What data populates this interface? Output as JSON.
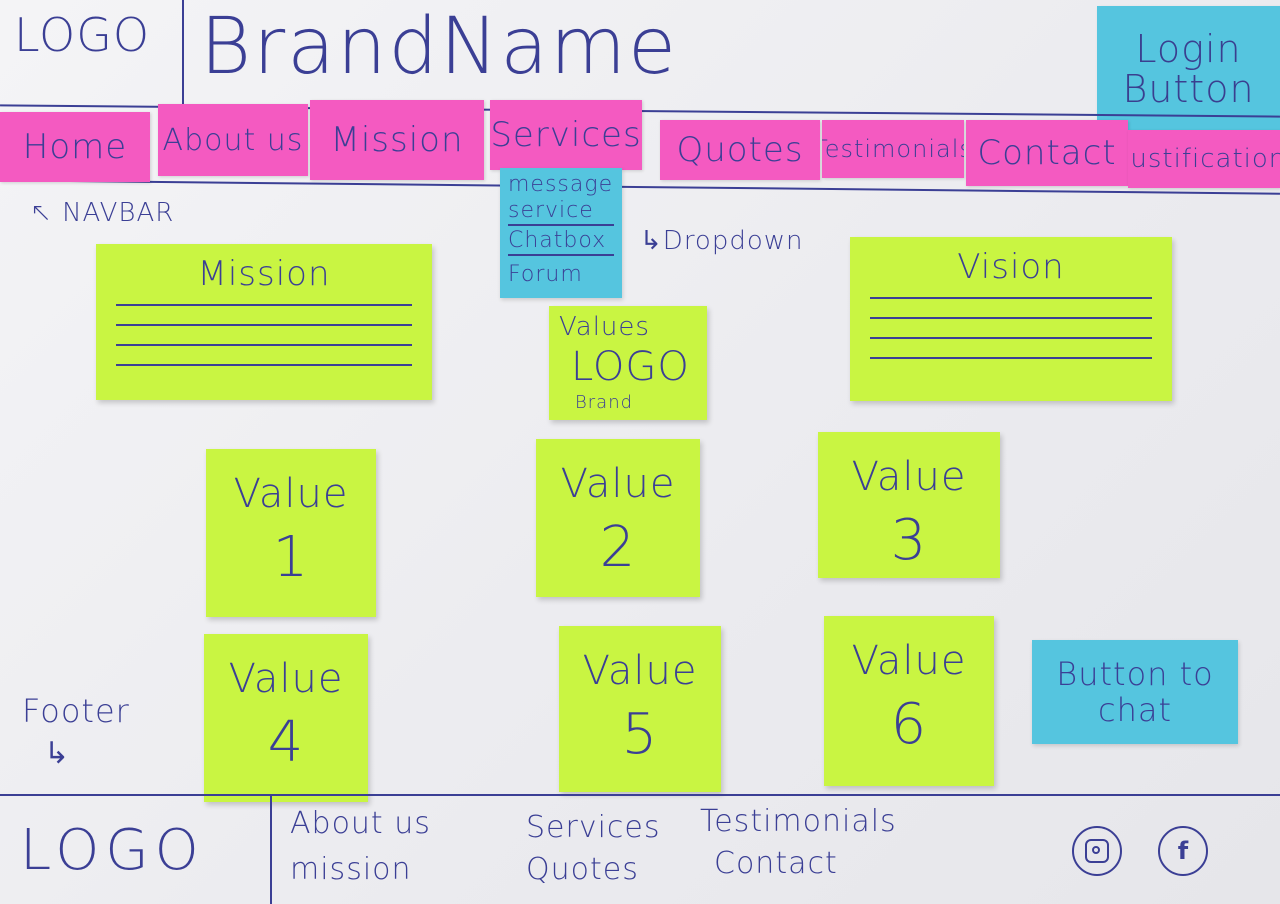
{
  "header": {
    "logo": "LOGO",
    "brand_name": "BrandName",
    "login_button": "Login Button"
  },
  "navbar": {
    "items": [
      {
        "label": "Home"
      },
      {
        "label": "About us"
      },
      {
        "label": "Mission"
      },
      {
        "label": "Services"
      },
      {
        "label": "Quotes"
      },
      {
        "label": "Testimonials"
      },
      {
        "label": "Contact"
      },
      {
        "label": "Justification"
      }
    ],
    "note": "NAVBAR"
  },
  "dropdown": {
    "items": [
      "message service",
      "Chatbox",
      "Forum"
    ],
    "note": "Dropdown"
  },
  "mission_note": {
    "title": "Mission"
  },
  "vision_note": {
    "title": "Vision"
  },
  "values_logo": {
    "line1": "Values",
    "line2": "LOGO",
    "line3": "Brand"
  },
  "values": [
    {
      "label": "Value",
      "number": "1"
    },
    {
      "label": "Value",
      "number": "2"
    },
    {
      "label": "Value",
      "number": "3"
    },
    {
      "label": "Value",
      "number": "4"
    },
    {
      "label": "Value",
      "number": "5"
    },
    {
      "label": "Value",
      "number": "6"
    }
  ],
  "chat_button": "Button to chat",
  "footer_note": "Footer",
  "footer": {
    "logo": "LOGO",
    "links": [
      "About us",
      "Services",
      "Testimonials",
      "mission",
      "Quotes",
      "Contact"
    ],
    "social": [
      "instagram-icon",
      "facebook-icon"
    ]
  },
  "colors": {
    "ink": "#3b3f95",
    "nav_pink": "#f45ac1",
    "sticky_green": "#c9f542",
    "sticky_blue": "#55c5df",
    "paper": "#f4f4f6"
  }
}
